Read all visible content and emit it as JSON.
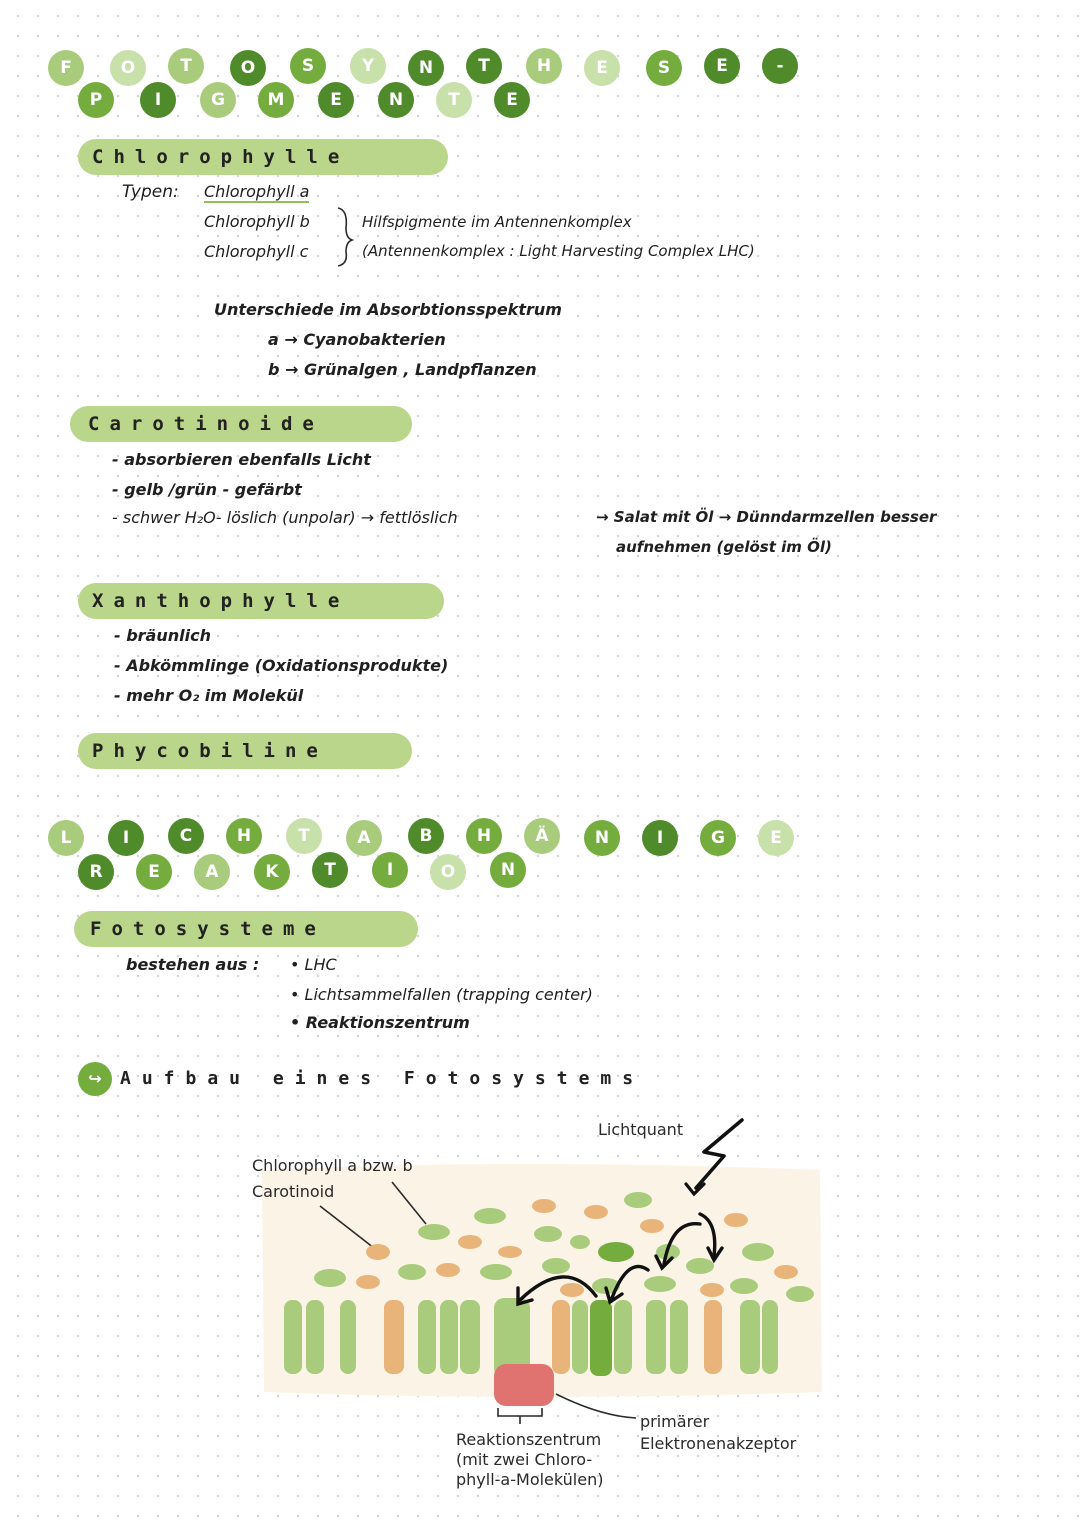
{
  "title1": {
    "row1": [
      "F",
      "O",
      "T",
      "O",
      "S",
      "Y",
      "N",
      "T",
      "H",
      "E",
      "S",
      "E",
      "-"
    ],
    "row2": [
      "P",
      "I",
      "G",
      "M",
      "E",
      "N",
      "T",
      "E"
    ]
  },
  "chlorophylle": {
    "heading": "Chlorophylle",
    "types_label": "Typen:",
    "types": [
      "Chlorophyll a",
      "Chlorophyll b",
      "Chlorophyll c"
    ],
    "bracket_line1": "Hilfspigmente im Antennenkomplex",
    "bracket_line2": "(Antennenkomplex : Light Harvesting Complex LHC)",
    "diff": "Unterschiede im Absorbtionsspektrum",
    "diff_a": "a → Cyanobakterien",
    "diff_b": "b → Grünalgen , Landpflanzen"
  },
  "carotinoide": {
    "heading": "Carotinoide",
    "items": [
      "- absorbieren ebenfalls Licht",
      "- gelb /grün - gefärbt",
      "- schwer H₂O- löslich   (unpolar) → fettlöslich"
    ],
    "note1": "→ Salat mit Öl → Dünndarmzellen besser",
    "note2": "aufnehmen (gelöst im Öl)"
  },
  "xanthophylle": {
    "heading": "Xanthophylle",
    "items": [
      "- bräunlich",
      "- Abkömmlinge  (Oxidationsprodukte)",
      "- mehr O₂ im Molekül"
    ]
  },
  "phycobiline": {
    "heading": "Phycobiline"
  },
  "title2": {
    "row1": [
      "L",
      "I",
      "C",
      "H",
      "T",
      "A",
      "B",
      "H",
      "Ä",
      "N",
      "I",
      "G",
      "E"
    ],
    "row2": [
      "R",
      "E",
      "A",
      "K",
      "T",
      "I",
      "O",
      "N"
    ]
  },
  "fotosysteme": {
    "heading": "Fotosysteme",
    "consists_label": "bestehen aus :",
    "items": [
      "• LHC",
      "• Lichtsammelfallen (trapping center)",
      "• Reaktionszentrum"
    ]
  },
  "aufbau": {
    "heading": "Aufbau eines Fotosystems"
  },
  "diagram": {
    "label_chlorophyll": "Chlorophyll a bzw. b",
    "label_carotinoid": "Carotinoid",
    "label_lichtquant": "Lichtquant",
    "label_reaktionszentrum": "Reaktionszentrum",
    "label_reaktion_sub1": "(mit zwei Chloro-",
    "label_reaktion_sub2": "phyll-a-Molekülen)",
    "label_primaerer": "primärer",
    "label_akzeptor": "Elektronenakzeptor"
  },
  "colors": {
    "green_dark": "#4f8a2b",
    "green_mid": "#74ad3e",
    "green_light": "#a8cc7c",
    "green_pale": "#c8e0a9",
    "pill": "#bad68a",
    "orange": "#e8b47a",
    "red": "#e0736f",
    "membrane": "#fbf3e6"
  }
}
